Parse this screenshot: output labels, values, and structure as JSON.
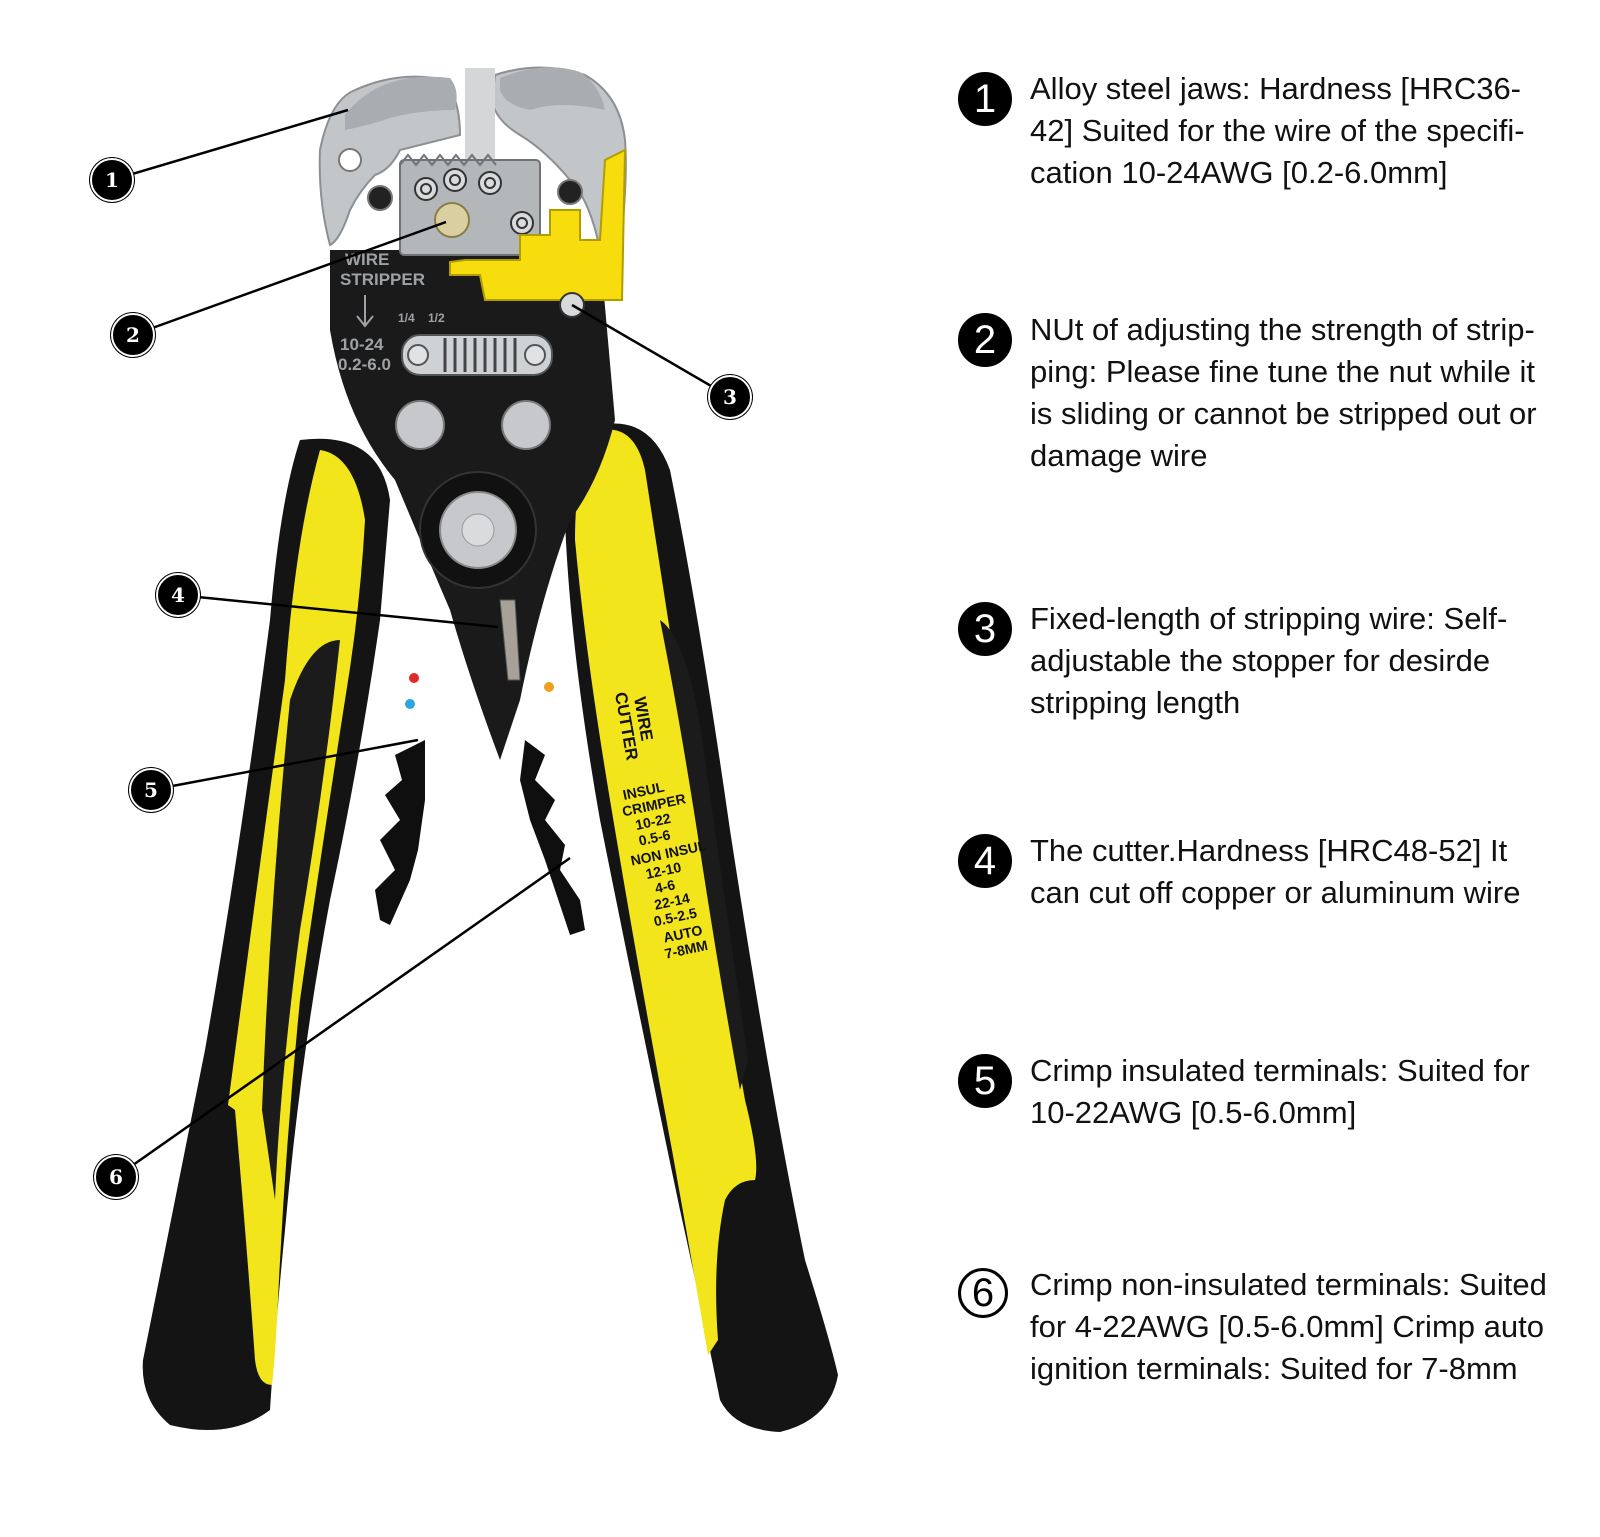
{
  "tool": {
    "colors": {
      "handle_black": "#141414",
      "handle_yellow": "#f2e51c",
      "steel": "#bfc2c5",
      "body_black": "#1a1a1a",
      "leader": "#000000"
    },
    "stamps": {
      "stripper": [
        "WIRE",
        "STRIPPER",
        "10-24",
        "0.2-6.0"
      ],
      "stripper_scale": [
        "1/4",
        "1/2"
      ],
      "cutter": [
        "WIRE",
        "CUTTER"
      ],
      "crimper": [
        "INSUL",
        "CRIMPER",
        "10-22",
        "0.5-6",
        "NON INSUL",
        "12-10",
        "4-6",
        "22-14",
        "0.5-2.5",
        "AUTO",
        "7-8MM"
      ]
    }
  },
  "callouts": [
    {
      "num": "1"
    },
    {
      "num": "2"
    },
    {
      "num": "3"
    },
    {
      "num": "4"
    },
    {
      "num": "5"
    },
    {
      "num": "6"
    }
  ],
  "descriptions": [
    {
      "num": "1",
      "lines": [
        "Alloy steel jaws: Hardness [HRC36-",
        "42] Suited for the wire of the specifi-",
        "cation 10-24AWG [0.2-6.0mm]"
      ]
    },
    {
      "num": "2",
      "lines": [
        "NUt of adjusting the strength of strip-",
        "ping: Please fine tune the nut while it",
        "is sliding or cannot be stripped out or",
        "damage wire"
      ]
    },
    {
      "num": "3",
      "lines": [
        "Fixed-length of stripping wire: Self-",
        "adjustable the stopper for desirde",
        "stripping length"
      ]
    },
    {
      "num": "4",
      "lines": [
        "The cutter.Hardness [HRC48-52] It",
        "can cut off copper or aluminum wire"
      ]
    },
    {
      "num": "5",
      "lines": [
        "Crimp insulated terminals: Suited for",
        "10-22AWG [0.5-6.0mm]"
      ]
    },
    {
      "num": "6",
      "lines": [
        "Crimp non-insulated terminals: Suited",
        "for 4-22AWG [0.5-6.0mm] Crimp auto",
        "ignition terminals: Suited for 7-8mm"
      ]
    }
  ]
}
